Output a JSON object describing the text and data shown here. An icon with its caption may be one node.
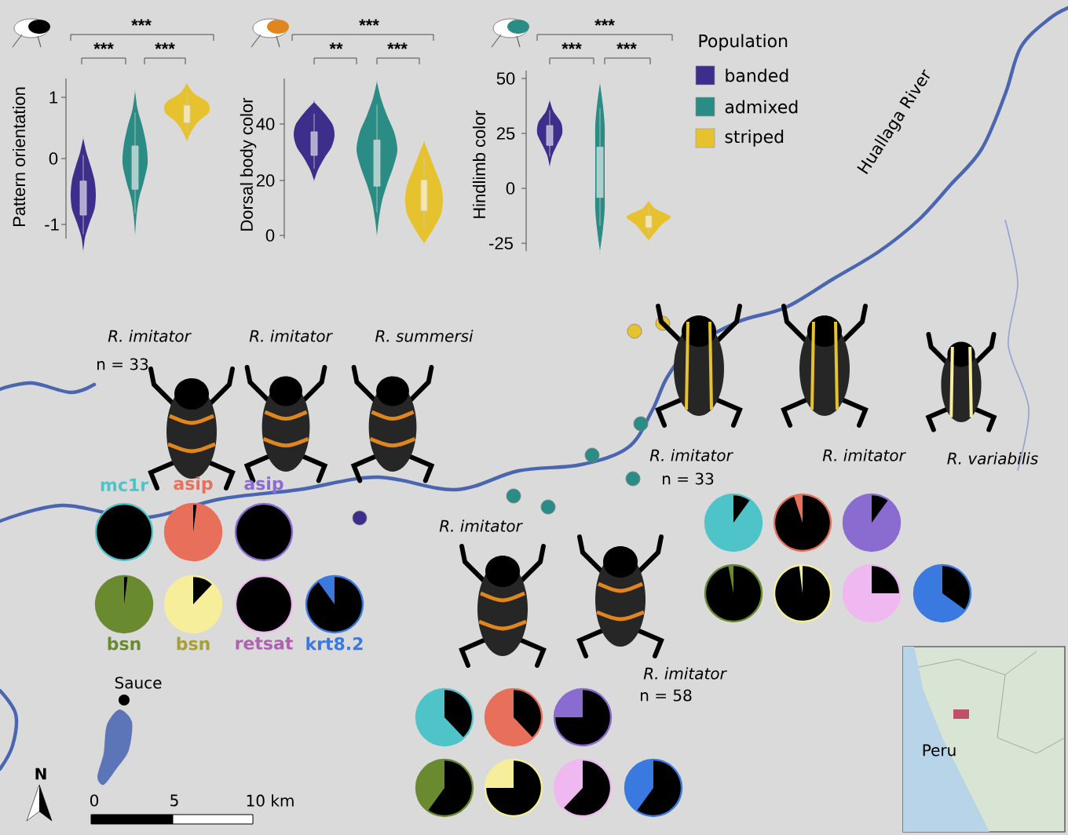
{
  "diagram": {
    "labels": [
      "***",
      "***",
      "***",
      "Pattern orientation",
      "1",
      "0",
      "-1",
      "***",
      "**",
      "***",
      "Dorsal body color",
      "40",
      "20",
      "0",
      "***",
      "***",
      "***",
      "Hindlimb color",
      "50",
      "25",
      "0",
      "-25",
      "Population",
      "Huallaga River",
      "R. imitator",
      "n = 33",
      "R. imitator",
      "R. summersi",
      "R. imitator",
      "n = 33",
      "R. imitator",
      "R. variabilis",
      "mc1r",
      "asip",
      "asip",
      "bsn",
      "bsn",
      "retsat",
      "krt8.2",
      "R. imitator",
      "R. imitator",
      "n = 58",
      "Sauce",
      "N",
      "0",
      "5",
      "10 km",
      "Peru"
    ],
    "legend": [
      {
        "text": "banded",
        "color": "#3d2e8c"
      },
      {
        "text": "admixed",
        "color": "#2a8c84"
      },
      {
        "text": "striped",
        "color": "#e6c22e"
      }
    ]
  }
}
